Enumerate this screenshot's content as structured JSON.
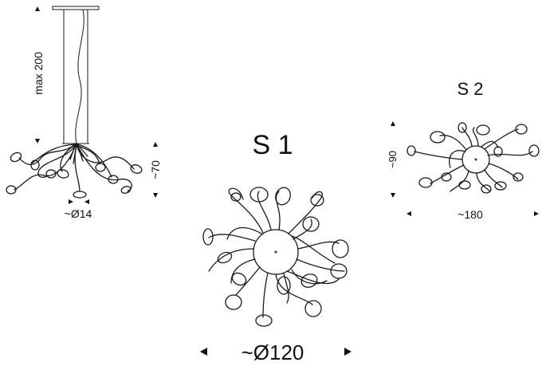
{
  "side_view": {
    "height_label": "max 200",
    "drop_label": "~70",
    "canopy_label": "~Ø14"
  },
  "model_s1": {
    "title": "S 1",
    "diameter_label": "~Ø120"
  },
  "model_s2": {
    "title": "S 2",
    "height_label": "~90",
    "width_label": "~180"
  }
}
